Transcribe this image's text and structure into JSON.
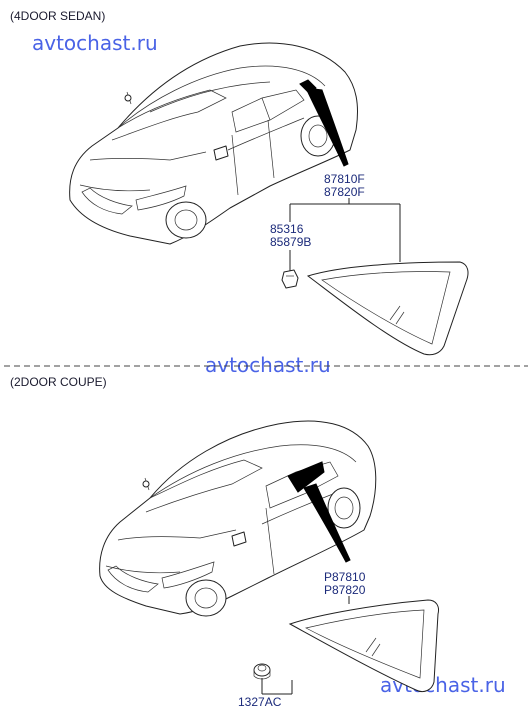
{
  "sections": [
    {
      "title": "(4DOOR SEDAN)"
    },
    {
      "title": "(2DOOR COUPE)"
    }
  ],
  "watermarks": [
    "avtochast.ru",
    "avtochast.ru",
    "avtochast.ru"
  ],
  "parts": {
    "sedan_glass": [
      "87810F",
      "87820F"
    ],
    "sedan_clip": [
      "85316",
      "85879B"
    ],
    "coupe_glass": [
      "P87810",
      "P87820"
    ],
    "coupe_nut": "1327AC"
  },
  "colors": {
    "watermark": "#4a63e6",
    "label": "#1b2a7a",
    "line": "#222222"
  }
}
